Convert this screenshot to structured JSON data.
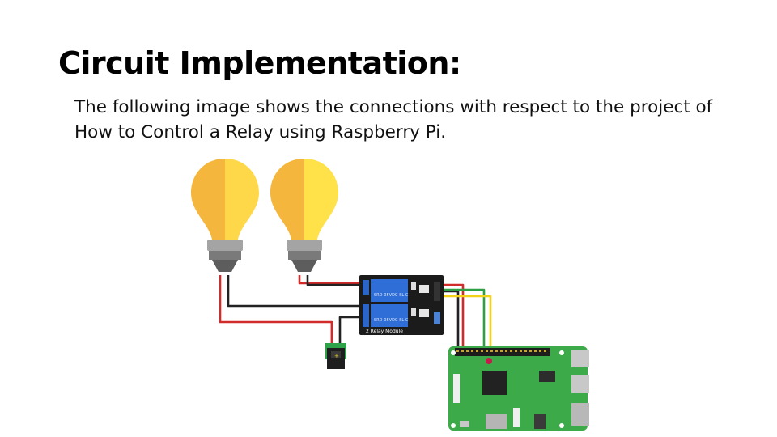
{
  "slide": {
    "title": "Circuit Implementation:",
    "body": "The following image shows the connections with respect to the project of How to Control a Relay using Raspberry Pi."
  },
  "diagram": {
    "relay_module_label": "2 Relay Module",
    "relay_channel_text": "SRD-05VDC-SL-C",
    "colors": {
      "bulb_left": "#f4b63c",
      "bulb_right": "#ffe14a",
      "bulb_base_light": "#9a9a9a",
      "bulb_base_dark": "#6f6f6f",
      "relay_board": "#1b1b1b",
      "relay_block": "#2a65c7",
      "pi_board": "#3daa4a",
      "wire_red": "#d22b2b",
      "wire_black": "#222222",
      "wire_green": "#2ea043",
      "wire_yellow": "#f2d21b"
    }
  }
}
